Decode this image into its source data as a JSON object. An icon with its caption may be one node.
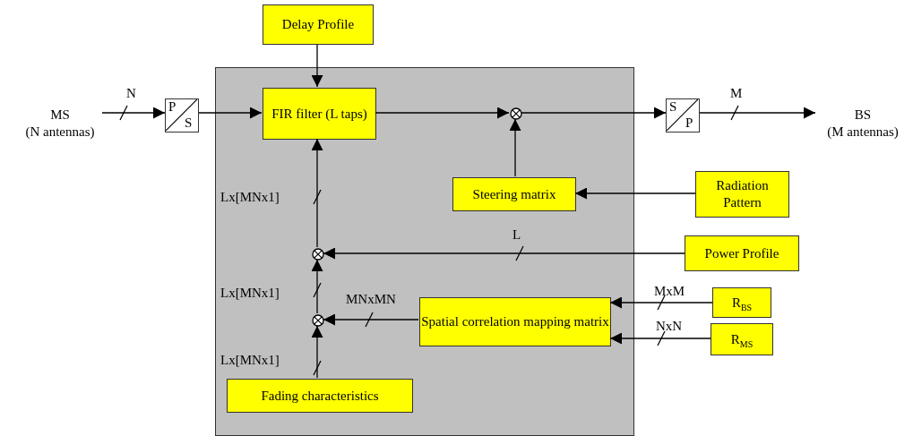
{
  "diagram": {
    "nodes": [
      {
        "text": [],
        "shape": "box"
      },
      {
        "text": [
          "Delay Profile"
        ]
      },
      {
        "text": [
          "MS (N antennas)"
        ]
      },
      {
        "text": [
          "P",
          "S"
        ]
      },
      {
        "text": [
          "FIR filter (L taps)"
        ],
        "in": 0
      },
      {
        "text": [],
        "shape": "circle",
        "in": 0
      },
      {
        "text": [
          "S",
          "P"
        ]
      },
      {
        "text": [
          "BS (M antennas)"
        ]
      },
      {
        "text": [
          "Steering matrix"
        ],
        "in": 0
      },
      {
        "text": [
          "Radiation Pattern"
        ]
      },
      {
        "text": [],
        "shape": "circle",
        "in": 0
      },
      {
        "text": [
          "Power Profile"
        ]
      },
      {
        "text": [],
        "shape": "circle",
        "in": 0
      },
      {
        "text": [
          "Spatial correlation mapping matrix"
        ],
        "in": 0
      },
      {
        "text": [
          "R$_{BS}$"
        ]
      },
      {
        "text": [
          "R$_{MS}$"
        ]
      },
      {
        "text": [
          "Fading characteristics"
        ],
        "in": 0
      }
    ],
    "edges": [
      {
        "from": 1,
        "to": 4,
        "arrow": "to"
      },
      {
        "from": 2,
        "to": 3,
        "arrow": "to",
        "label": "N"
      },
      {
        "from": 3,
        "to": 4,
        "arrow": "to"
      },
      {
        "from": 4,
        "to": 5,
        "arrow": "to"
      },
      {
        "from": 5,
        "to": 6,
        "arrow": "to"
      },
      {
        "from": 6,
        "to": 7,
        "arrow": "to",
        "label": "M"
      },
      {
        "from": 8,
        "to": 5,
        "arrow": "to"
      },
      {
        "from": 9,
        "to": 8,
        "arrow": "to"
      },
      {
        "from": 10,
        "to": 4,
        "arrow": "to",
        "label": "Lx[MNx1]"
      },
      {
        "from": 11,
        "to": 10,
        "arrow": "to",
        "label": "L"
      },
      {
        "from": 12,
        "to": 10,
        "arrow": "to",
        "label": "Lx[MNx1]"
      },
      {
        "from": 13,
        "to": 12,
        "arrow": "to",
        "label": "MNxMN"
      },
      {
        "from": 14,
        "to": 13,
        "arrow": "to",
        "label": "MxM"
      },
      {
        "from": 15,
        "to": 13,
        "arrow": "to",
        "label": "NxN"
      },
      {
        "from": 16,
        "to": 12,
        "arrow": "to",
        "label": "Lx[MNx1]"
      }
    ]
  }
}
